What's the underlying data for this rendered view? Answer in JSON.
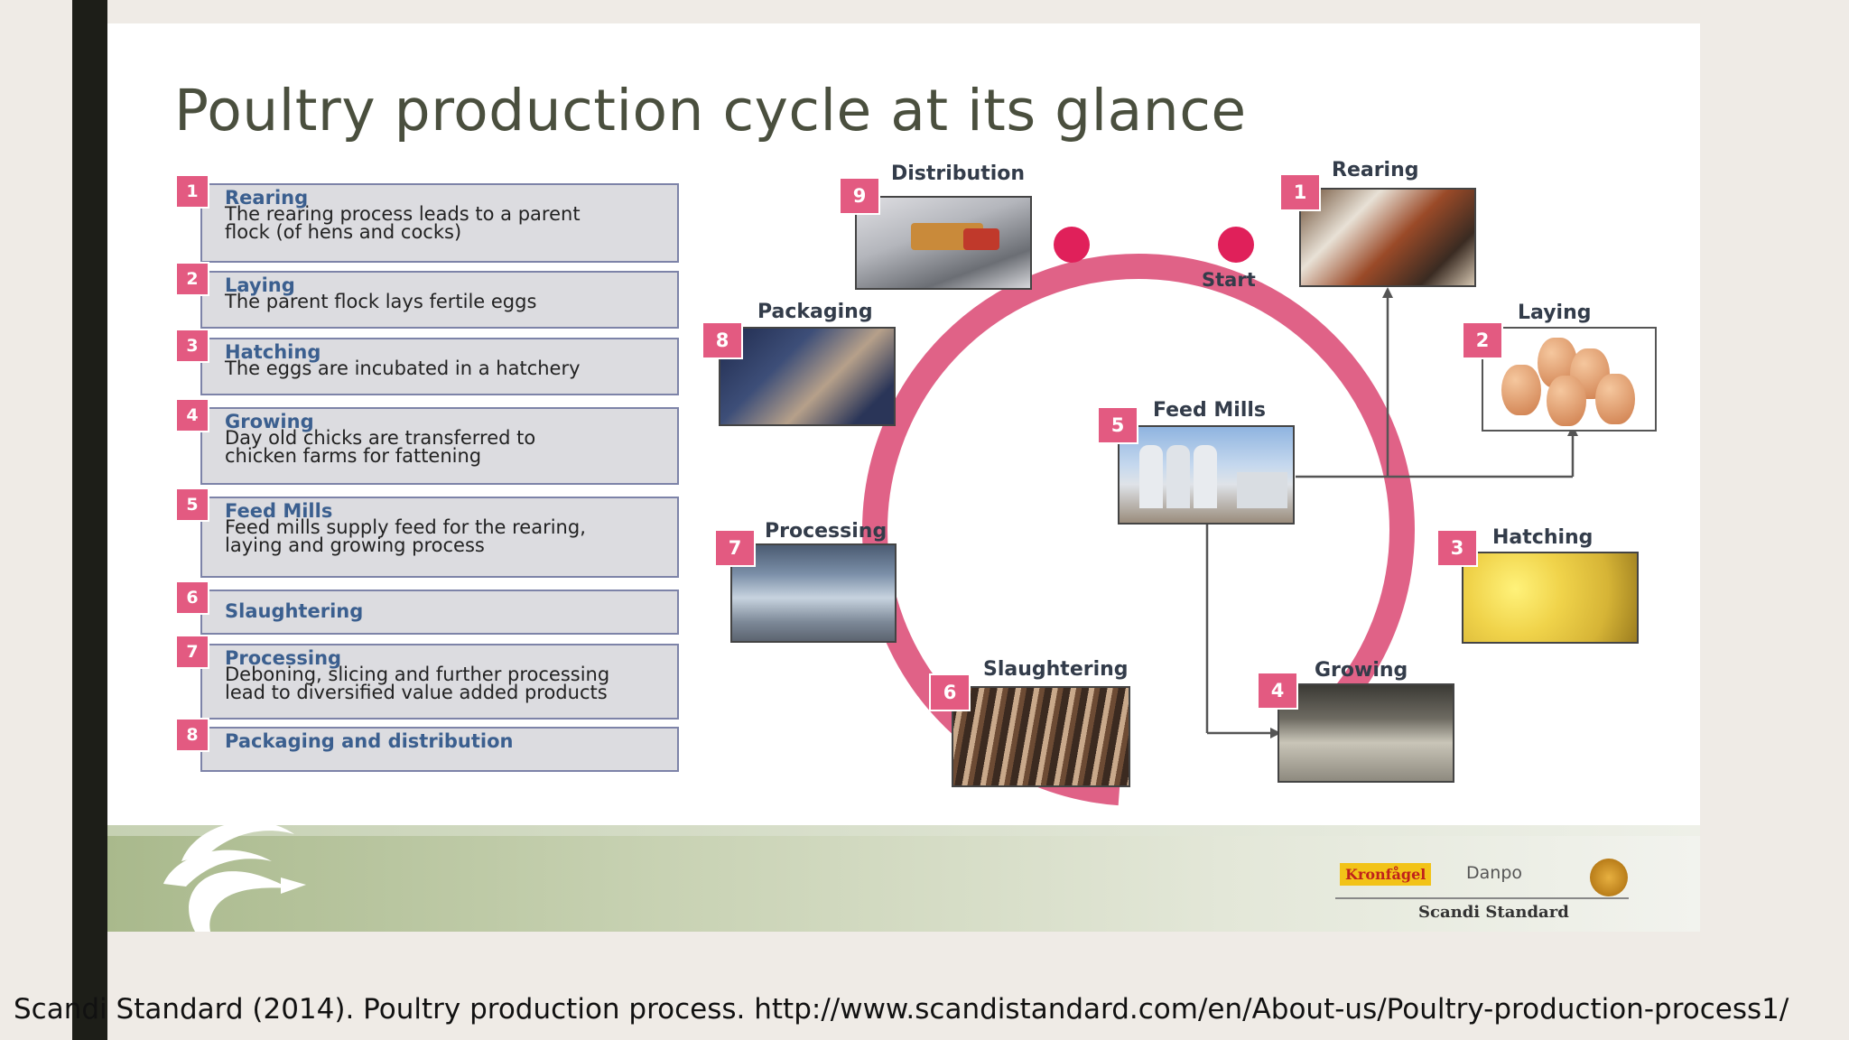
{
  "slide": {
    "title": "Poultry production cycle at its glance"
  },
  "steps": [
    {
      "number": "1",
      "title": "Rearing",
      "description": "The rearing process leads  to a parent\nflock  (of hens and cocks)"
    },
    {
      "number": "2",
      "title": "Laying",
      "description": "The parent flock lays fertile eggs"
    },
    {
      "number": "3",
      "title": "Hatching",
      "description": "The eggs are incubated in a hatchery"
    },
    {
      "number": "4",
      "title": "Growing",
      "description": "Day old chicks are transferred to\nchicken farms for fattening"
    },
    {
      "number": "5",
      "title": "Feed Mills",
      "description": "Feed mills  supply feed for the rearing,\nlaying and growing process"
    },
    {
      "number": "6",
      "title": "Slaughtering",
      "description": ""
    },
    {
      "number": "7",
      "title": "Processing",
      "description": "Deboning, slicing  and further processing\nlead  to diversified value  added products"
    },
    {
      "number": "8",
      "title": "Packaging and distribution",
      "description": ""
    }
  ],
  "cycle": {
    "start_label": "Start",
    "stages": [
      {
        "number": "1",
        "label": "Rearing"
      },
      {
        "number": "2",
        "label": "Laying"
      },
      {
        "number": "3",
        "label": "Hatching"
      },
      {
        "number": "4",
        "label": "Growing"
      },
      {
        "number": "5",
        "label": "Feed Mills"
      },
      {
        "number": "6",
        "label": "Slaughtering"
      },
      {
        "number": "7",
        "label": "Processing"
      },
      {
        "number": "8",
        "label": "Packaging"
      },
      {
        "number": "9",
        "label": "Distribution"
      }
    ],
    "ring_color": "#e06287",
    "badge_color": "#e35a81"
  },
  "footer": {
    "brand_kronfagel": "Kronfågel",
    "brand_danpo": "Danpo",
    "brand_scandi": "Scandi Standard"
  },
  "citation": "Scandi Standard (2014). Poultry production process. http://www.scandistandard.com/en/About-us/Poultry-production-process1/"
}
